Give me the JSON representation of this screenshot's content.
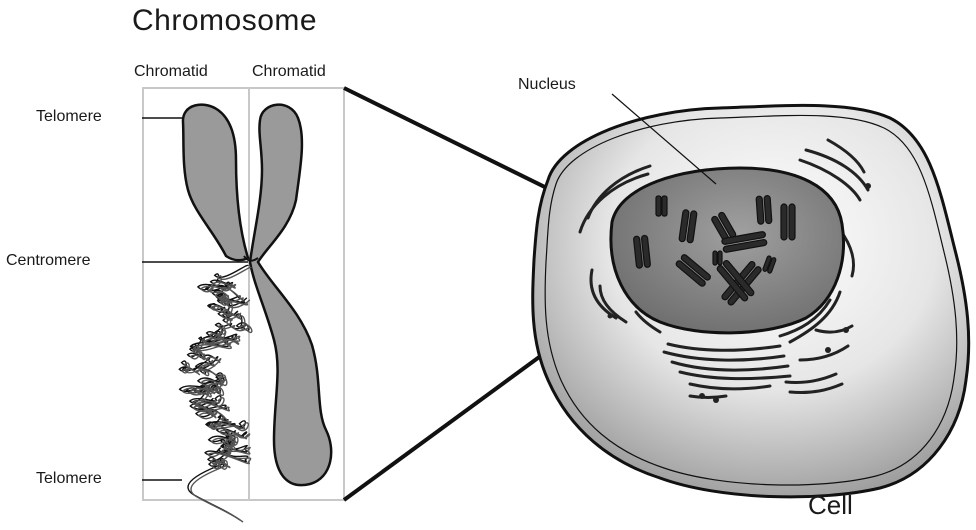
{
  "title": "Chromosome",
  "labels": {
    "chromatid_left": "Chromatid",
    "chromatid_right": "Chromatid",
    "telomere_top": "Telomere",
    "centromere": "Centromere",
    "telomere_bottom": "Telomere",
    "nucleus": "Nucleus",
    "cell": "Cell"
  },
  "colors": {
    "chromosome_fill": "#9a9a9a",
    "outline": "#111111",
    "box_border": "#c8c8c8",
    "nucleus_fill": "#7f7f7f",
    "cytoplasm_light": "#f4f4f4",
    "cytoplasm_dark": "#8e8e8e"
  }
}
